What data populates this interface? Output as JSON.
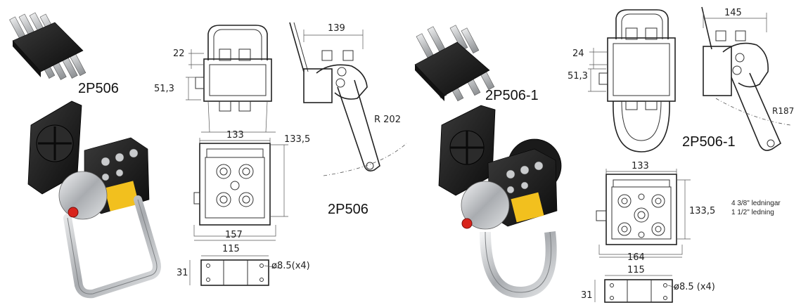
{
  "left": {
    "model_photo": "2P506",
    "model_side": "2P506",
    "dims": {
      "top_offset": "22",
      "side_height": "51,3",
      "arm_width": "139",
      "radius": "R  202",
      "front_width": "133",
      "front_height": "133,5",
      "base_width": "157",
      "plate_width": "115",
      "plate_height": "31",
      "hole": "ø8.5(x4)"
    }
  },
  "right": {
    "model_photo": "2P506-1",
    "model_side": "2P506-1",
    "dims": {
      "top_offset": "24",
      "side_height": "51,3",
      "arm_width": "145",
      "radius": "R187",
      "front_width": "133",
      "front_height": "133,5",
      "base_width": "164",
      "plate_width": "115",
      "plate_height": "31",
      "hole": "ø8.5 (x4)"
    },
    "notes": [
      "4  3/8\" ledningar",
      "1  1/2\" ledning"
    ]
  },
  "colors": {
    "accent_yellow": "#f2c01e",
    "button_red": "#d8241c",
    "body_black": "#1b1b1b",
    "steel": "#b9bcc0"
  }
}
